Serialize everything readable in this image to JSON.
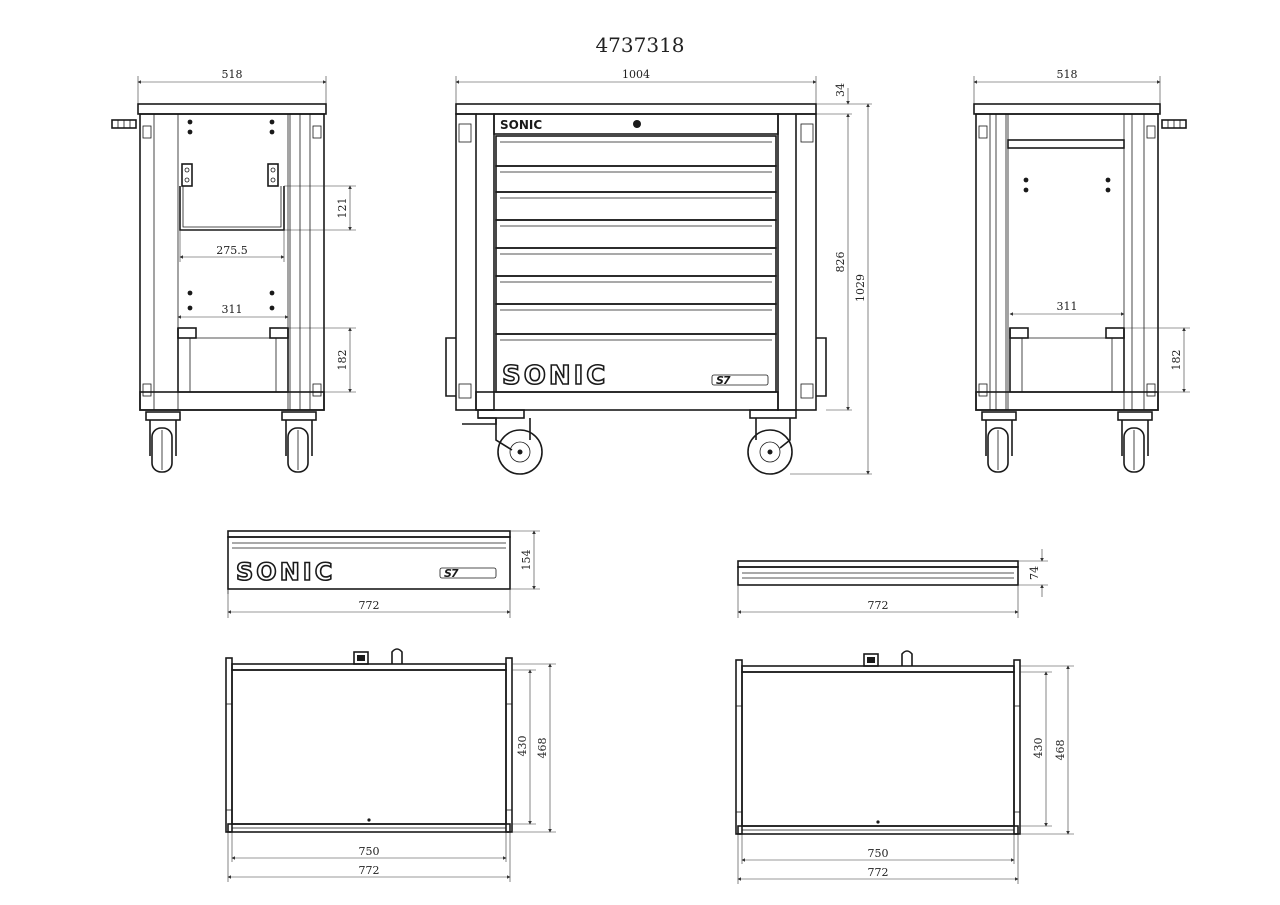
{
  "title": "4737318",
  "brand": "SONIC",
  "badge_mark": "S7",
  "views": {
    "left_side": {
      "width": "518",
      "bracket_height": "121",
      "bracket_width": "275.5",
      "lower_width": "311",
      "lower_height": "182"
    },
    "front": {
      "width": "1004",
      "top_gap": "34",
      "body_height": "826",
      "total_height": "1029"
    },
    "right_side": {
      "width": "518",
      "lower_width": "311",
      "lower_height": "182"
    },
    "drawer_front_tall": {
      "height": "154",
      "width": "772"
    },
    "drawer_front_short": {
      "height": "74",
      "width": "772"
    },
    "drawer_top_left": {
      "inner_depth": "430",
      "outer_depth": "468",
      "inner_width": "750",
      "outer_width": "772"
    },
    "drawer_top_right": {
      "inner_depth": "430",
      "outer_depth": "468",
      "inner_width": "750",
      "outer_width": "772"
    }
  },
  "colors": {
    "line": "#1a1a1a",
    "background": "#ffffff"
  }
}
